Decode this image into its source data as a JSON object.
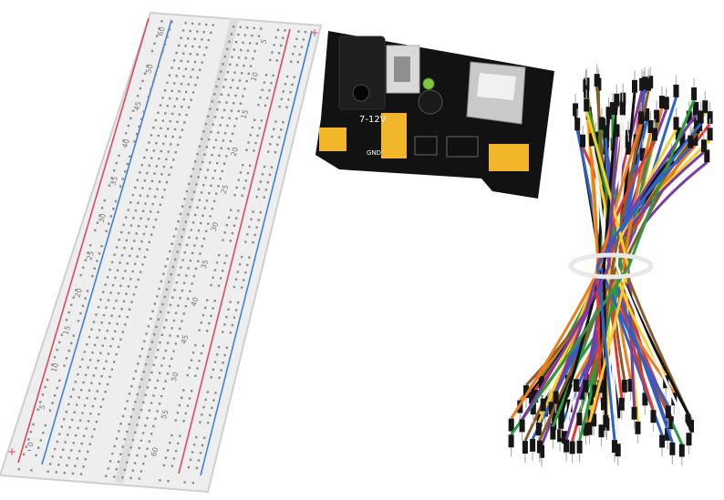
{
  "scene": {
    "background": "#ffffff",
    "colors": {
      "board": "#eeeeee",
      "board_edge": "#c8c8c8",
      "rail_red": "#d94a5c",
      "rail_blue": "#3f7fd6",
      "hole": "#8c8c8c",
      "pcb": "#121212",
      "header_yellow": "#f2b62a",
      "usb_metal": "#c9c9c9",
      "led_green": "#7ec63b",
      "wire_colors": [
        "#111111",
        "#e4372b",
        "#f07c1e",
        "#f4d02a",
        "#2c9a3f",
        "#2d63c8",
        "#7a3aa8",
        "#ffffff",
        "#8a5a2b",
        "#7a7a7a"
      ]
    }
  },
  "breadboard": {
    "rail_markings": {
      "plus": "+",
      "minus": "-"
    },
    "column_numbers_left": [
      "60",
      "50",
      "45",
      "40",
      "35",
      "30",
      "25",
      "20",
      "15",
      "10",
      "5",
      "0"
    ],
    "column_numbers_right": [
      "5",
      "10",
      "15",
      "20",
      "25",
      "30",
      "35",
      "40",
      "45",
      "50",
      "55",
      "60"
    ]
  },
  "power_module": {
    "voltage_label": "7-12V",
    "gnd_label": "GND"
  },
  "jumper_wires": {
    "bundle_colors": [
      "#111111",
      "#e4372b",
      "#f07c1e",
      "#f4d02a",
      "#2c9a3f",
      "#2d63c8",
      "#7a3aa8",
      "#ffffff",
      "#8a5a2b"
    ]
  }
}
